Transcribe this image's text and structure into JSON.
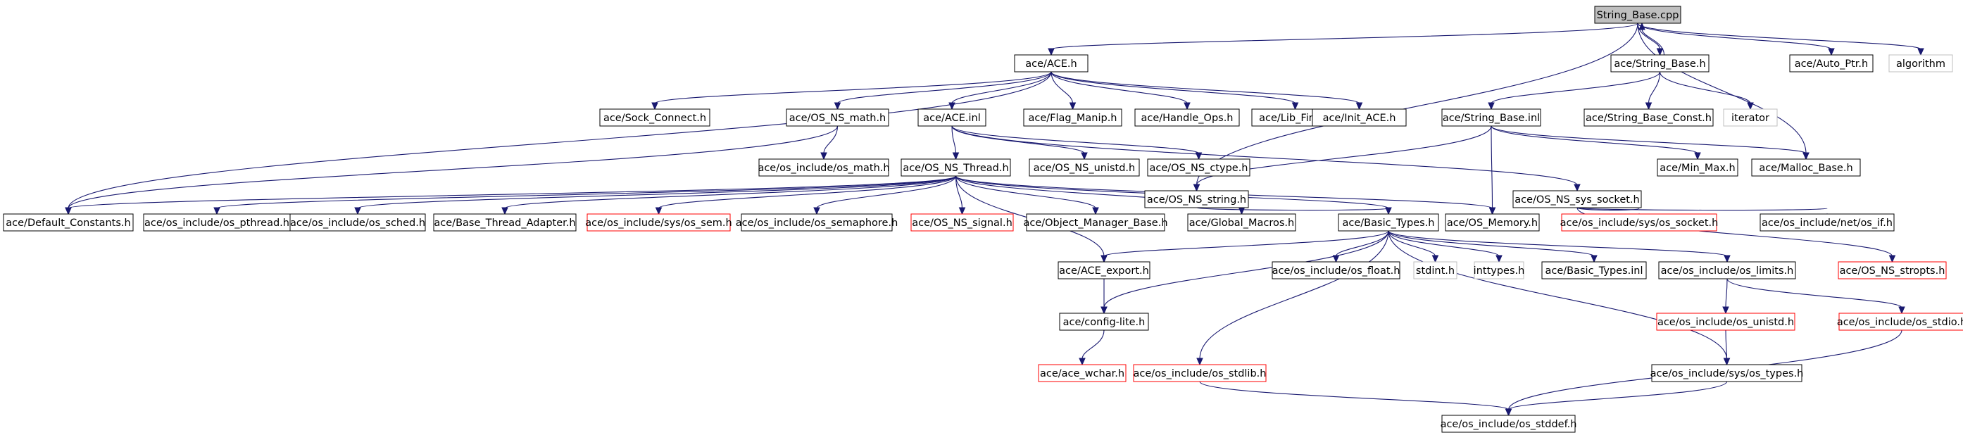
{
  "graph": {
    "nodes": [
      {
        "id": "string_base_cpp",
        "label": "String_Base.cpp",
        "style": "root"
      },
      {
        "id": "ace_h",
        "label": "ace/ACE.h",
        "style": "normal"
      },
      {
        "id": "string_base_h",
        "label": "ace/String_Base.h",
        "style": "normal"
      },
      {
        "id": "auto_ptr_h",
        "label": "ace/Auto_Ptr.h",
        "style": "normal"
      },
      {
        "id": "algorithm",
        "label": "algorithm",
        "style": "system"
      },
      {
        "id": "sock_connect_h",
        "label": "ace/Sock_Connect.h",
        "style": "normal"
      },
      {
        "id": "os_ns_math_h",
        "label": "ace/OS_NS_math.h",
        "style": "normal"
      },
      {
        "id": "ace_inl",
        "label": "ace/ACE.inl",
        "style": "normal"
      },
      {
        "id": "flag_manip_h",
        "label": "ace/Flag_Manip.h",
        "style": "normal"
      },
      {
        "id": "handle_ops_h",
        "label": "ace/Handle_Ops.h",
        "style": "normal"
      },
      {
        "id": "lib_find_h",
        "label": "ace/Lib_Find.h",
        "style": "normal"
      },
      {
        "id": "init_ace_h",
        "label": "ace/Init_ACE.h",
        "style": "normal"
      },
      {
        "id": "string_base_inl",
        "label": "ace/String_Base.inl",
        "style": "normal"
      },
      {
        "id": "string_base_const_h",
        "label": "ace/String_Base_Const.h",
        "style": "normal"
      },
      {
        "id": "iterator",
        "label": "iterator",
        "style": "system"
      },
      {
        "id": "os_math_h",
        "label": "ace/os_include/os_math.h",
        "style": "normal"
      },
      {
        "id": "os_ns_thread_h",
        "label": "ace/OS_NS_Thread.h",
        "style": "normal"
      },
      {
        "id": "os_ns_unistd_h",
        "label": "ace/OS_NS_unistd.h",
        "style": "normal"
      },
      {
        "id": "os_ns_ctype_h",
        "label": "ace/OS_NS_ctype.h",
        "style": "normal"
      },
      {
        "id": "os_ns_string_h",
        "label": "ace/OS_NS_string.h",
        "style": "normal"
      },
      {
        "id": "os_ns_sys_socket_h",
        "label": "ace/OS_NS_sys_socket.h",
        "style": "normal"
      },
      {
        "id": "min_max_h",
        "label": "ace/Min_Max.h",
        "style": "normal"
      },
      {
        "id": "malloc_base_h",
        "label": "ace/Malloc_Base.h",
        "style": "normal"
      },
      {
        "id": "default_constants_h",
        "label": "ace/Default_Constants.h",
        "style": "normal"
      },
      {
        "id": "os_pthread_h",
        "label": "ace/os_include/os_pthread.h",
        "style": "normal"
      },
      {
        "id": "os_sched_h",
        "label": "ace/os_include/os_sched.h",
        "style": "normal"
      },
      {
        "id": "base_thread_adapter_h",
        "label": "ace/Base_Thread_Adapter.h",
        "style": "normal"
      },
      {
        "id": "os_sem_h",
        "label": "ace/os_include/sys/os_sem.h",
        "style": "missing"
      },
      {
        "id": "os_semaphore_h",
        "label": "ace/os_include/os_semaphore.h",
        "style": "normal"
      },
      {
        "id": "os_ns_signal_h",
        "label": "ace/OS_NS_signal.h",
        "style": "missing"
      },
      {
        "id": "object_manager_base_h",
        "label": "ace/Object_Manager_Base.h",
        "style": "normal"
      },
      {
        "id": "global_macros_h",
        "label": "ace/Global_Macros.h",
        "style": "normal"
      },
      {
        "id": "basic_types_h",
        "label": "ace/Basic_Types.h",
        "style": "normal"
      },
      {
        "id": "os_memory_h",
        "label": "ace/OS_Memory.h",
        "style": "normal"
      },
      {
        "id": "os_socket_h",
        "label": "ace/os_include/sys/os_socket.h",
        "style": "missing"
      },
      {
        "id": "os_if_h",
        "label": "ace/os_include/net/os_if.h",
        "style": "normal"
      },
      {
        "id": "ace_export_h",
        "label": "ace/ACE_export.h",
        "style": "normal"
      },
      {
        "id": "os_float_h",
        "label": "ace/os_include/os_float.h",
        "style": "normal"
      },
      {
        "id": "stdint_h",
        "label": "stdint.h",
        "style": "system"
      },
      {
        "id": "inttypes_h",
        "label": "inttypes.h",
        "style": "system"
      },
      {
        "id": "basic_types_inl",
        "label": "ace/Basic_Types.inl",
        "style": "normal"
      },
      {
        "id": "os_limits_h",
        "label": "ace/os_include/os_limits.h",
        "style": "normal"
      },
      {
        "id": "os_ns_stropts_h",
        "label": "ace/OS_NS_stropts.h",
        "style": "missing"
      },
      {
        "id": "config_lite_h",
        "label": "ace/config-lite.h",
        "style": "normal"
      },
      {
        "id": "os_unistd_h",
        "label": "ace/os_include/os_unistd.h",
        "style": "missing"
      },
      {
        "id": "os_stdio_h",
        "label": "ace/os_include/os_stdio.h",
        "style": "missing"
      },
      {
        "id": "ace_wchar_h",
        "label": "ace/ace_wchar.h",
        "style": "missing"
      },
      {
        "id": "os_stdlib_h",
        "label": "ace/os_include/os_stdlib.h",
        "style": "missing"
      },
      {
        "id": "os_types_h",
        "label": "ace/os_include/sys/os_types.h",
        "style": "normal"
      },
      {
        "id": "os_stddef_h",
        "label": "ace/os_include/os_stddef.h",
        "style": "normal"
      }
    ],
    "edges": [
      [
        "string_base_cpp",
        "ace_h"
      ],
      [
        "string_base_cpp",
        "string_base_h"
      ],
      [
        "string_base_cpp",
        "auto_ptr_h"
      ],
      [
        "string_base_cpp",
        "algorithm"
      ],
      [
        "string_base_cpp",
        "os_ns_string_h"
      ],
      [
        "string_base_cpp",
        "malloc_base_h"
      ],
      [
        "string_base_h",
        "string_base_cpp"
      ],
      [
        "string_base_h",
        "string_base_inl"
      ],
      [
        "string_base_h",
        "string_base_const_h"
      ],
      [
        "string_base_h",
        "iterator"
      ],
      [
        "ace_h",
        "sock_connect_h"
      ],
      [
        "ace_h",
        "os_ns_math_h"
      ],
      [
        "ace_h",
        "ace_inl"
      ],
      [
        "ace_h",
        "flag_manip_h"
      ],
      [
        "ace_h",
        "handle_ops_h"
      ],
      [
        "ace_h",
        "lib_find_h"
      ],
      [
        "ace_h",
        "init_ace_h"
      ],
      [
        "ace_h",
        "default_constants_h"
      ],
      [
        "os_ns_math_h",
        "os_math_h"
      ],
      [
        "os_ns_math_h",
        "default_constants_h"
      ],
      [
        "ace_inl",
        "os_ns_thread_h"
      ],
      [
        "ace_inl",
        "os_ns_unistd_h"
      ],
      [
        "ace_inl",
        "os_ns_ctype_h"
      ],
      [
        "ace_inl",
        "os_ns_sys_socket_h"
      ],
      [
        "string_base_inl",
        "os_ns_string_h"
      ],
      [
        "string_base_inl",
        "os_memory_h"
      ],
      [
        "string_base_inl",
        "min_max_h"
      ],
      [
        "string_base_inl",
        "malloc_base_h"
      ],
      [
        "os_ns_thread_h",
        "default_constants_h"
      ],
      [
        "os_ns_thread_h",
        "os_pthread_h"
      ],
      [
        "os_ns_thread_h",
        "os_sched_h"
      ],
      [
        "os_ns_thread_h",
        "base_thread_adapter_h"
      ],
      [
        "os_ns_thread_h",
        "os_sem_h"
      ],
      [
        "os_ns_thread_h",
        "os_semaphore_h"
      ],
      [
        "os_ns_thread_h",
        "os_ns_signal_h"
      ],
      [
        "os_ns_thread_h",
        "object_manager_base_h"
      ],
      [
        "os_ns_thread_h",
        "global_macros_h"
      ],
      [
        "os_ns_thread_h",
        "basic_types_h"
      ],
      [
        "os_ns_thread_h",
        "os_memory_h"
      ],
      [
        "os_ns_thread_h",
        "ace_export_h"
      ],
      [
        "os_ns_string_h",
        "basic_types_h"
      ],
      [
        "os_ns_sys_socket_h",
        "os_socket_h"
      ],
      [
        "os_ns_sys_socket_h",
        "os_if_h"
      ],
      [
        "os_ns_sys_socket_h",
        "os_ns_stropts_h"
      ],
      [
        "basic_types_h",
        "ace_export_h"
      ],
      [
        "basic_types_h",
        "config_lite_h"
      ],
      [
        "basic_types_h",
        "os_float_h"
      ],
      [
        "basic_types_h",
        "stdint_h"
      ],
      [
        "basic_types_h",
        "inttypes_h"
      ],
      [
        "basic_types_h",
        "basic_types_inl"
      ],
      [
        "basic_types_h",
        "os_limits_h"
      ],
      [
        "basic_types_h",
        "os_stdlib_h"
      ],
      [
        "basic_types_h",
        "os_types_h"
      ],
      [
        "ace_export_h",
        "config_lite_h"
      ],
      [
        "config_lite_h",
        "ace_wchar_h"
      ],
      [
        "os_limits_h",
        "os_unistd_h"
      ],
      [
        "os_limits_h",
        "os_stdio_h"
      ],
      [
        "os_unistd_h",
        "os_types_h"
      ],
      [
        "os_stdio_h",
        "os_stddef_h"
      ],
      [
        "os_stdlib_h",
        "os_stddef_h"
      ],
      [
        "os_types_h",
        "os_stddef_h"
      ]
    ]
  }
}
